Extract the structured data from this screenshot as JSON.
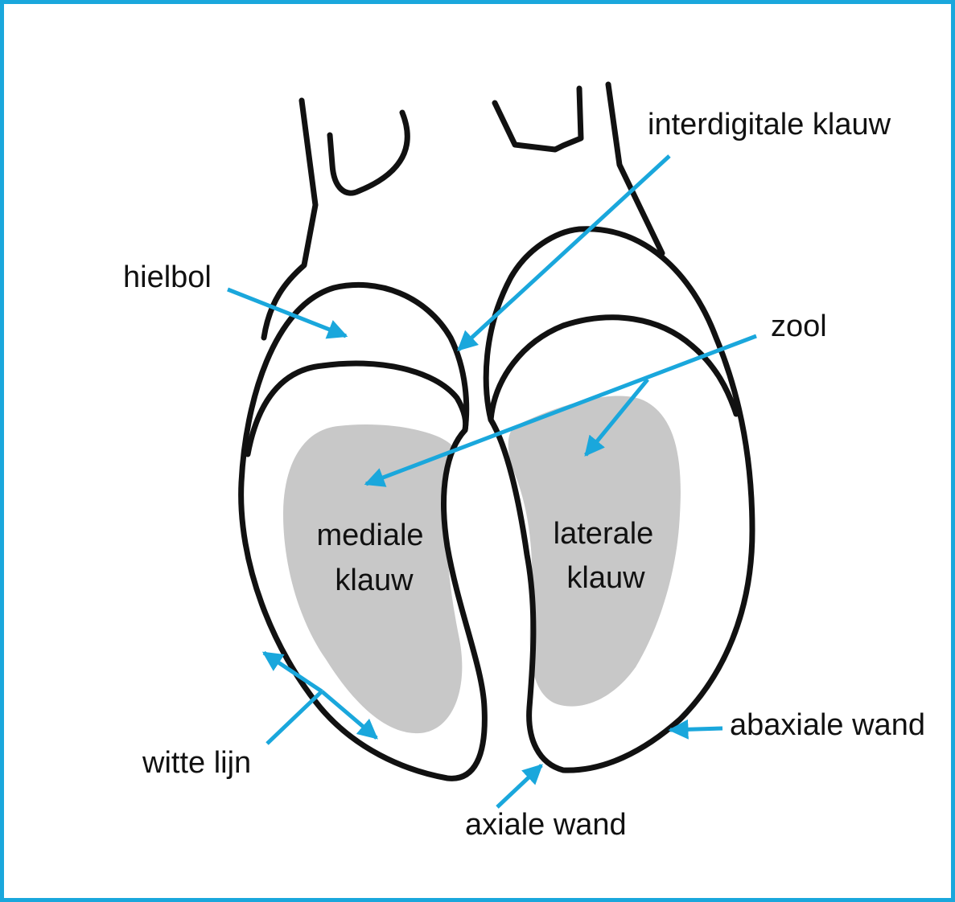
{
  "colors": {
    "border": "#1aa7dc",
    "arrow": "#1aa7dc",
    "outline": "#111111",
    "sole_fill": "#c8c8c8"
  },
  "labels": {
    "interdigital": "interdigitale klauw",
    "heel": "hielbol",
    "sole": "zool",
    "medial_line1": "mediale",
    "medial_line2": "klauw",
    "lateral_line1": "laterale",
    "lateral_line2": "klauw",
    "white_line": "witte lijn",
    "abaxial_wall": "abaxiale wand",
    "axial_wall": "axiale wand"
  }
}
